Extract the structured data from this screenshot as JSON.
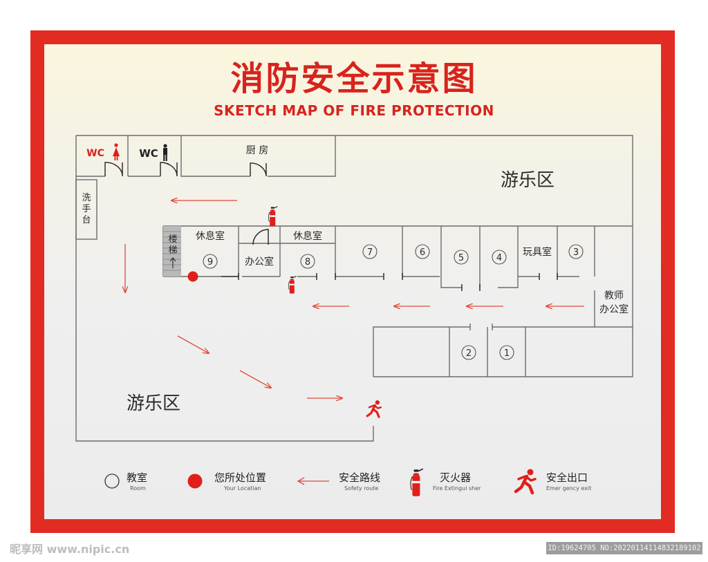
{
  "title": {
    "cn": "消防安全示意图",
    "en": "SKETCH  MAP OF FIRE PROTECTION"
  },
  "rooms": {
    "wc_female": "WC",
    "wc_male": "WC",
    "kitchen": "厨  房",
    "play_area_top": "游乐区",
    "play_area_bottom": "游乐区",
    "washstand": [
      "洗",
      "手",
      "台"
    ],
    "stairs": [
      "楼",
      "梯"
    ],
    "lounge_left": "休息室",
    "office": "办公室",
    "lounge_right": "休息室",
    "toy_room": "玩具室",
    "teacher_office": [
      "教师",
      "办公室"
    ]
  },
  "classroom_numbers": {
    "n1": "1",
    "n2": "2",
    "n3": "3",
    "n4": "4",
    "n5": "5",
    "n6": "6",
    "n7": "7",
    "n8": "8",
    "n9": "9"
  },
  "legend": {
    "classroom": {
      "cn": "教室",
      "en": "Room"
    },
    "your_location": {
      "cn": "您所处位置",
      "en": "Your Locatian"
    },
    "safety_route": {
      "cn": "安全路线",
      "en": "Sofety route"
    },
    "extinguisher": {
      "cn": "灭火器",
      "en": "Fire Extingui sher"
    },
    "exit": {
      "cn": "安全出口",
      "en": "Emer gency exit"
    }
  },
  "watermark": {
    "left": "昵享网 www.nipic.cn",
    "right": "ID:19624705 NO:20220114114832189102"
  },
  "colors": {
    "frame_red": "#e12b23",
    "title_red": "#d8231d",
    "route_arrow": "#e0493a",
    "location_dot": "#e01f1a"
  }
}
